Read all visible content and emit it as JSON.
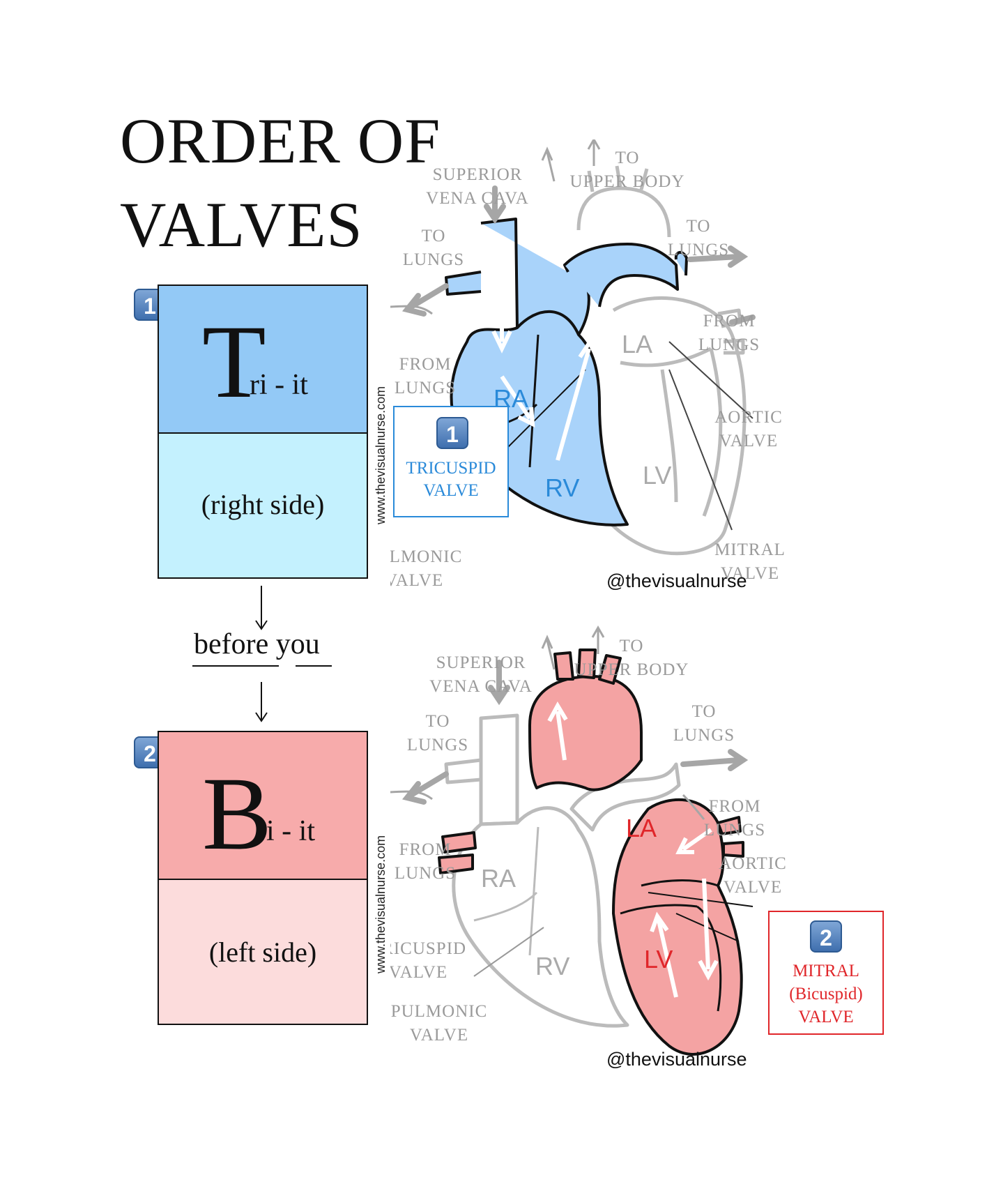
{
  "title": {
    "line1": "ORDER OF",
    "line2": "VALVES"
  },
  "mnemonic": {
    "first": {
      "badge": "1",
      "letter": "T",
      "rest": "ri - it",
      "side": "(right side)",
      "color": "#93c9f6",
      "side_color": "#c4f1fe"
    },
    "connector": {
      "text": "before you"
    },
    "second": {
      "badge": "2",
      "letter": "B",
      "rest": "i - it",
      "side": "(left side)",
      "color": "#f7abab",
      "side_color": "#fcdcdc"
    }
  },
  "website": "www.thevisualnurse.com",
  "watermark": "@thevisualnurse",
  "diagram_top": {
    "labels": {
      "svc1": "SUPERIOR",
      "svc2": "VENA CAVA",
      "upper1": "TO",
      "upper2": "UPPER BODY",
      "tolungs_l1": "TO",
      "tolungs_l2": "LUNGS",
      "tolungs_r1": "TO",
      "tolungs_r2": "LUNGS",
      "fromlungs_r1": "FROM",
      "fromlungs_r2": "LUNGS",
      "fromlungs_l1": "FROM",
      "fromlungs_l2": "LUNGS",
      "aortic1": "AORTIC",
      "aortic2": "VALVE",
      "mitral1": "MITRAL",
      "mitral2": "VALVE",
      "pulm1": "PULMONIC",
      "pulm2": "VALVE",
      "ra": "RA",
      "rv": "RV",
      "la": "LA",
      "lv": "LV"
    },
    "callout": {
      "badge": "1",
      "line1": "TRICUSPID",
      "line2": "VALVE",
      "color": "#2a8ad9"
    },
    "highlight_color": "#a9d3fa"
  },
  "diagram_bottom": {
    "labels": {
      "svc1": "SUPERIOR",
      "svc2": "VENA CAVA",
      "upper1": "TO",
      "upper2": "UPPER BODY",
      "tolungs_l1": "TO",
      "tolungs_l2": "LUNGS",
      "tolungs_r1": "TO",
      "tolungs_r2": "LUNGS",
      "fromlungs_r1": "FROM",
      "fromlungs_r2": "LUNGS",
      "fromlungs_l1": "FROM",
      "fromlungs_l2": "LUNGS",
      "aortic1": "AORTIC",
      "aortic2": "VALVE",
      "tric1": "TRICUSPID",
      "tric2": "VALVE",
      "pulm1": "PULMONIC",
      "pulm2": "VALVE",
      "ra": "RA",
      "rv": "RV",
      "la": "LA",
      "lv": "LV"
    },
    "callout": {
      "badge": "2",
      "line1": "MITRAL",
      "line2": "(Bicuspid)",
      "line3": "VALVE",
      "color": "#e0262a"
    },
    "highlight_color": "#f4a3a3"
  }
}
